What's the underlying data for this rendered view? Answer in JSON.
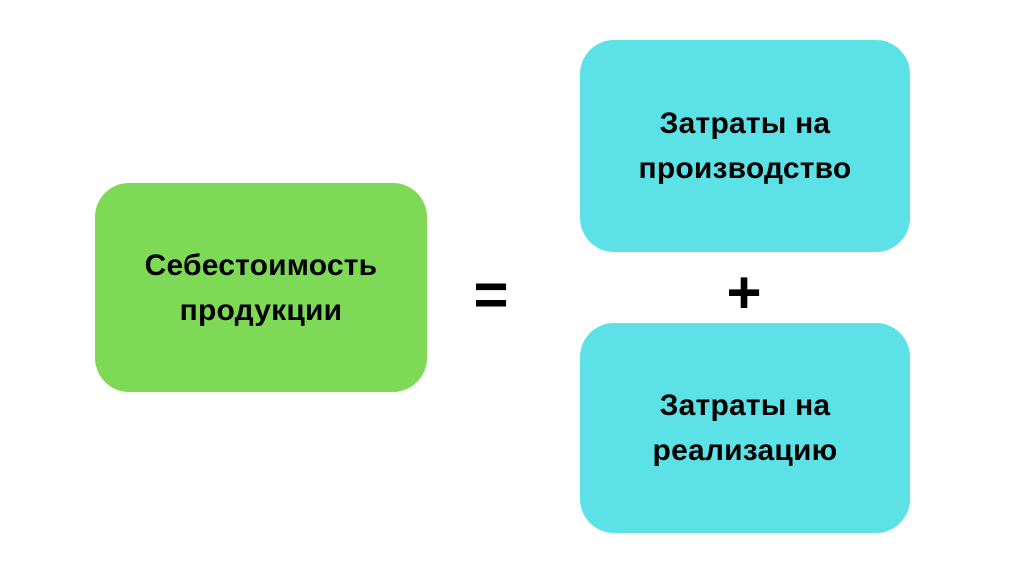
{
  "diagram": {
    "background_color": "#ffffff",
    "text_color": "#000000",
    "result_box": {
      "label": "Себестоимость продукции",
      "lines": [
        "Себестоимость",
        "продукции"
      ],
      "fill_color": "#7ED957"
    },
    "equals_sign": "=",
    "plus_sign": "+",
    "operand_boxes": [
      {
        "label": "Затраты на производство",
        "lines": [
          "Затраты на",
          "производство"
        ],
        "fill_color": "#5CE1E6"
      },
      {
        "label": "Затраты на реализацию",
        "lines": [
          "Затраты на",
          "реализацию"
        ],
        "fill_color": "#5CE1E6"
      }
    ]
  }
}
